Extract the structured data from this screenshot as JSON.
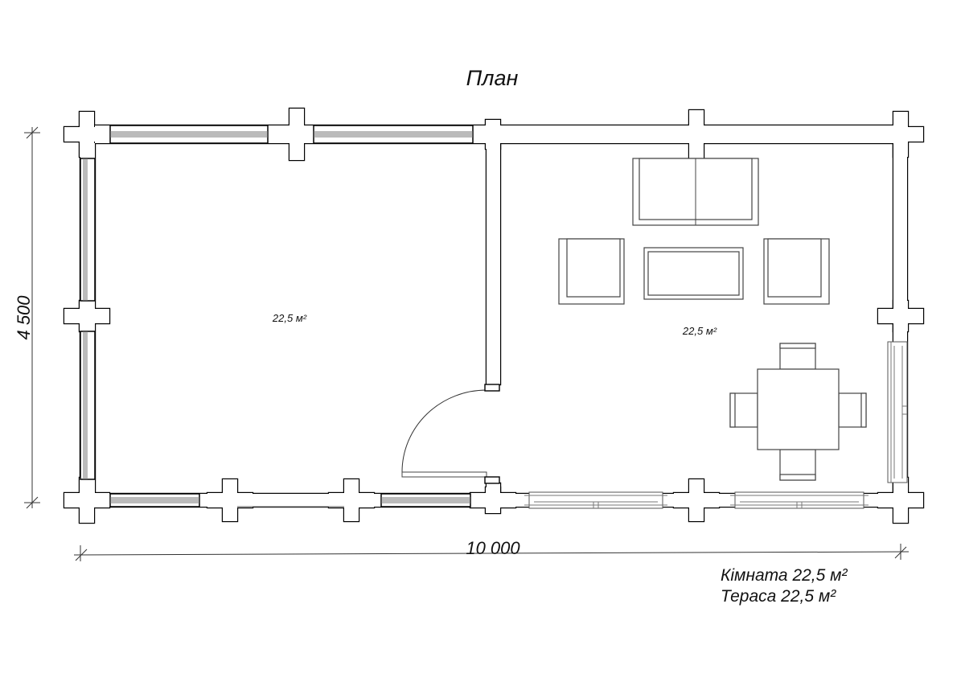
{
  "title": "План",
  "dimensions": {
    "height_label": "4 500",
    "width_label": "10 000"
  },
  "rooms": [
    {
      "name": "room-area",
      "area_label": "22,5 м²"
    },
    {
      "name": "terrace-area",
      "area_label": "22,5 м²"
    }
  ],
  "legend": [
    "Кімната 22,5 м²",
    "Тераса 22,5 м²"
  ]
}
